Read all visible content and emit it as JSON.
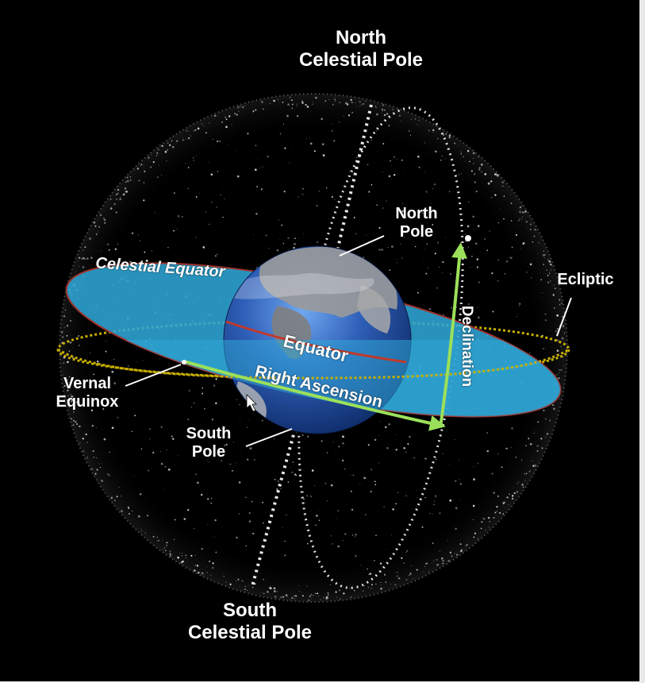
{
  "labels": {
    "north_celestial_pole": "North\nCelestial Pole",
    "south_celestial_pole": "South\nCelestial Pole",
    "north_pole": "North\nPole",
    "south_pole": "South\nPole",
    "celestial_equator": "Celestial Equator",
    "ecliptic": "Ecliptic",
    "equator": "Equator",
    "right_ascension": "Right Ascension",
    "declination": "Declination",
    "vernal_equinox": "Vernal\nEquinox"
  },
  "colors": {
    "background": "#000000",
    "celestial_equator_plane": "#2fa6d6",
    "ecliptic_ring": "#c8b000",
    "right_ascension_arrow": "#9be05a",
    "declination_arrow": "#9be05a",
    "earth_ocean": "#2f5fb8",
    "earth_land": "#8c8c8c",
    "equator_line": "#c0392b",
    "text": "#ffffff"
  }
}
